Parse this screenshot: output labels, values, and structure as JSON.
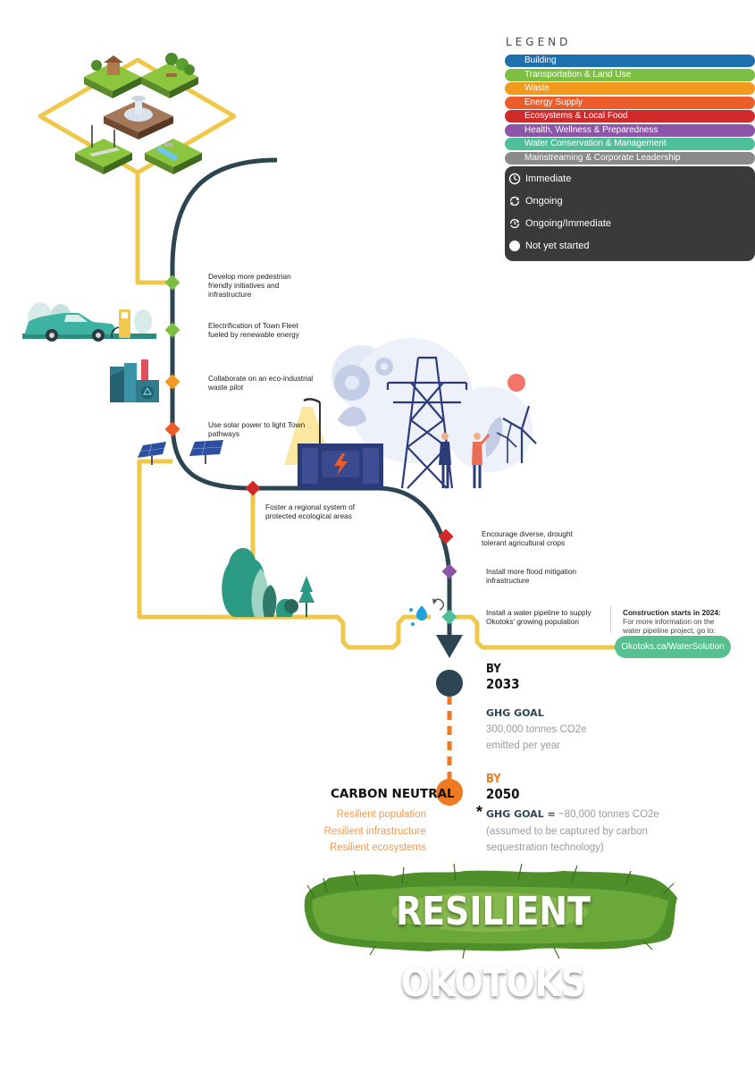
{
  "legend": {
    "title": "LEGEND",
    "categories": [
      {
        "label": "Building",
        "color": "#1e6fae"
      },
      {
        "label": "Transportation & Land Use",
        "color": "#7cbf42"
      },
      {
        "label": "Waste",
        "color": "#f39a1e"
      },
      {
        "label": "Energy Supply",
        "color": "#ec5d2a"
      },
      {
        "label": "Ecosystems & Local Food",
        "color": "#d02a2a"
      },
      {
        "label": "Health, Wellness & Preparedness",
        "color": "#8c55a8"
      },
      {
        "label": "Water Conservation & Management",
        "color": "#4fbf9a"
      },
      {
        "label": "Mainstreaming & Corporate Leadership",
        "color": "#8a8a8a"
      }
    ],
    "statuses": [
      {
        "label": "Immediate",
        "icon": "clock-icon"
      },
      {
        "label": "Ongoing",
        "icon": "refresh-icon"
      },
      {
        "label": "Ongoing/Immediate",
        "icon": "refresh-clock-icon"
      },
      {
        "label": "Not yet started",
        "icon": "circle-icon"
      }
    ]
  },
  "actions": [
    {
      "text": "Develop more pedestrian friendly initiatives and infrastructure",
      "category": "Transportation & Land Use",
      "color": "#7cbf42"
    },
    {
      "text": "Electrification of Town Fleet fueled by renewable energy",
      "category": "Transportation & Land Use",
      "color": "#7cbf42"
    },
    {
      "text": "Collaborate on an eco-industrial waste pilot",
      "category": "Waste",
      "color": "#f39a1e"
    },
    {
      "text": "Use solar power to light Town pathways",
      "category": "Energy Supply",
      "color": "#ec5d2a"
    },
    {
      "text": "Foster a regional system of protected ecological areas",
      "category": "Ecosystems & Local Food",
      "color": "#d02a2a"
    },
    {
      "text": "Encourage diverse, drought tolerant agricultural crops",
      "category": "Ecosystems & Local Food",
      "color": "#d02a2a"
    },
    {
      "text": "Install more flood mitigation infrastructure",
      "category": "Health, Wellness & Preparedness",
      "color": "#8c55a8"
    },
    {
      "text": "Install a water pipeline to supply Okotoks' growing population",
      "category": "Water Conservation & Management",
      "color": "#4fbf9a"
    }
  ],
  "pipeline_note": {
    "heading": "Construction starts in 2024:",
    "text": "For more information on the water pipeline project, go to:",
    "link": "Okotoks.ca/WaterSolution"
  },
  "milestone_2033": {
    "by": "BY",
    "year": "2033",
    "goal_heading": "GHG GOAL",
    "goal_text": "300,000 tonnes CO2e emitted per year",
    "color": "#2d4552"
  },
  "milestone_2050": {
    "by": "BY",
    "year": "2050",
    "title": "CARBON NEUTRAL",
    "resilience": [
      "Resilient population",
      "Resilient infrastructure",
      "Resilient ecosystems"
    ],
    "asterisk": "*",
    "goal_heading": "GHG GOAL =",
    "goal_text": "~80,000 tonnes CO2e (assumed to be captured by carbon sequestration technology)",
    "color": "#f07a22"
  },
  "banner": {
    "text": "RESILIENT OKOTOKS"
  },
  "colors": {
    "path": "#2d4552",
    "yellow_path": "#f2c94c"
  }
}
